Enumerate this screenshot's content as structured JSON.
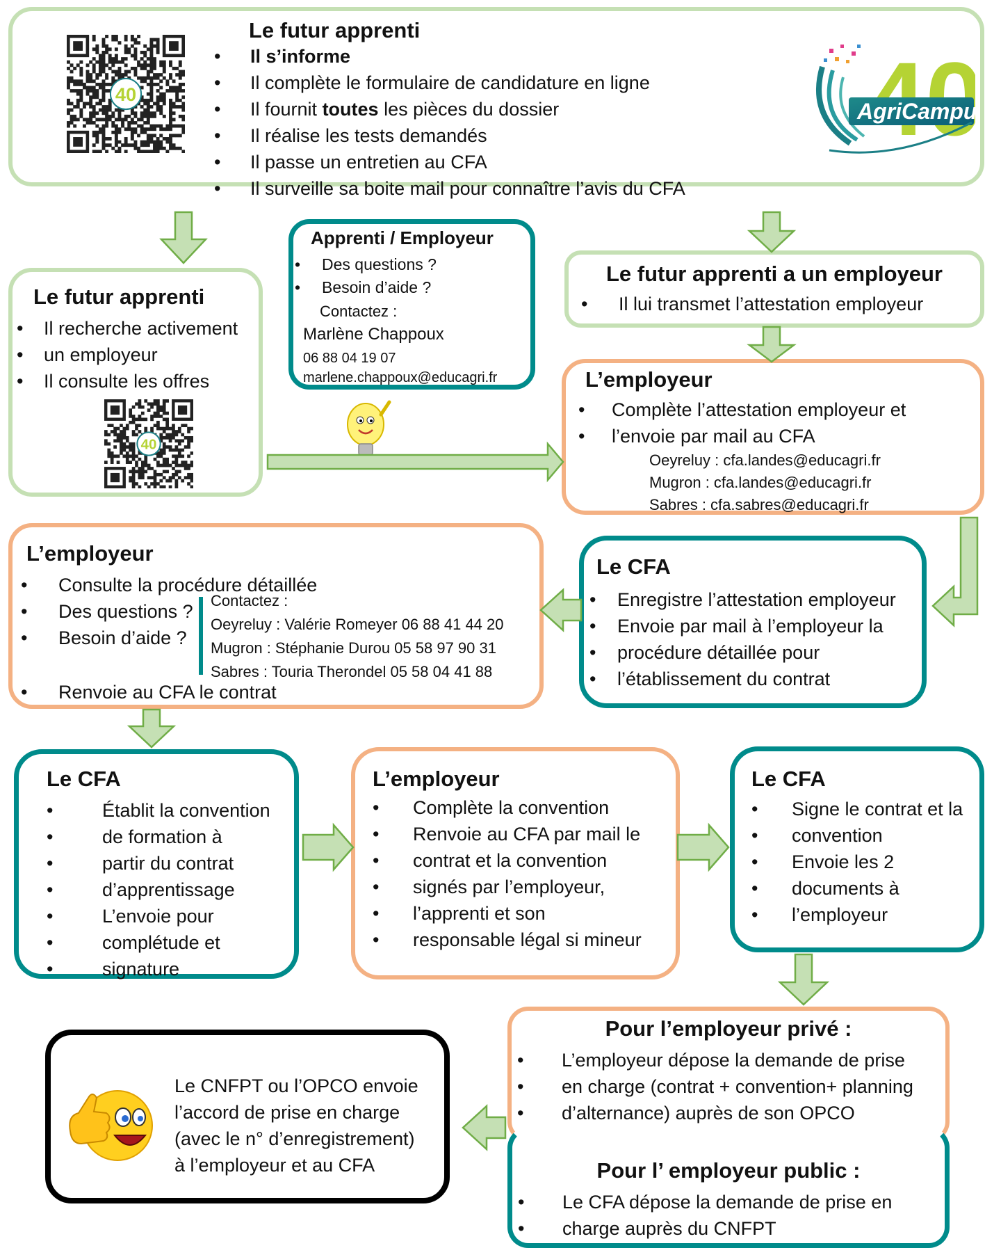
{
  "colors": {
    "green": "#c5e0b4",
    "orange": "#f4b183",
    "teal": "#008b8b",
    "black": "#000000",
    "arrow_fill": "#c5e0b4",
    "arrow_stroke": "#70ad47"
  },
  "logo": {
    "text": "AgriCampus",
    "number": "40"
  },
  "box1": {
    "title": "Le futur apprenti",
    "items": [
      "Il s’informe",
      "Il complète le formulaire de candidature en ligne",
      "Il fournit",
      "toutes",
      "les pièces du dossier",
      "Il réalise les tests demandés",
      "Il passe un entretien au CFA",
      "Il surveille sa boite mail pour connaître l’avis du CFA"
    ]
  },
  "box2": {
    "title": "Le futur apprenti",
    "items": [
      "Il recherche activement",
      "un employeur",
      "Il consulte les offres"
    ]
  },
  "contact_box": {
    "title": "Apprenti / Employeur",
    "items": [
      "Des questions ?",
      "Besoin d’aide ?"
    ],
    "contact_label": "Contactez :",
    "name": "Marlène Chappoux",
    "phone": "06 88 04 19 07",
    "email": "marlene.chappoux@educagri.fr"
  },
  "box3": {
    "title": "Le futur apprenti a un employeur",
    "items": [
      "Il lui transmet l’attestation employeur"
    ]
  },
  "box4": {
    "title": "L’employeur",
    "items": [
      "Complète l’attestation employeur et",
      "l’envoie par mail au CFA"
    ],
    "emails": [
      "Oeyreluy : cfa.landes@educagri.fr",
      "Mugron : cfa.landes@educagri.fr",
      "Sabres : cfa.sabres@educagri.fr"
    ]
  },
  "box5": {
    "title": "Le CFA",
    "items": [
      "Enregistre l’attestation employeur",
      "Envoie par mail à l’employeur la",
      "procédure détaillée pour",
      "l’établissement du contrat"
    ]
  },
  "box6": {
    "title": "L’employeur",
    "items": [
      "Consulte la procédure détaillée",
      "Des questions ?",
      "Besoin d’aide ?",
      "Renvoie au CFA le contrat"
    ],
    "contact_label": "Contactez :",
    "contacts": [
      "Oeyreluy : Valérie Romeyer 06 88 41 44 20",
      "Mugron : Stéphanie Durou 05 58 97 90 31",
      "Sabres : Touria Therondel 05 58 04 41 88"
    ]
  },
  "box7": {
    "title": "Le CFA",
    "items": [
      "Établit la convention",
      "de formation à",
      "partir du contrat",
      "d’apprentissage",
      "L’envoie pour",
      "complétude et",
      "signature"
    ]
  },
  "box8": {
    "title": "L’employeur",
    "items": [
      "Complète la convention",
      "Renvoie au CFA par mail  le",
      "contrat et la convention",
      "signés par l’employeur,",
      "l’apprenti et son",
      "responsable légal si mineur"
    ]
  },
  "box9": {
    "title": "Le CFA",
    "items": [
      "Signe le contrat et la",
      "convention",
      "Envoie les 2",
      "documents à",
      "l’employeur"
    ]
  },
  "box10": {
    "title": "Pour l’employeur privé :",
    "items": [
      "L’employeur dépose la demande de prise",
      "en charge (contrat + convention+ planning",
      "d’alternance) auprès de son OPCO"
    ]
  },
  "box11": {
    "title": "Pour l’ employeur public :",
    "items": [
      "Le CFA dépose la demande de prise en",
      "charge auprès du CNFPT"
    ]
  },
  "box12": {
    "lines": [
      "Le CNFPT ou l’OPCO envoie",
      "l’accord de prise en charge",
      "(avec le n° d’enregistrement)",
      "à l’employeur et au CFA"
    ]
  }
}
